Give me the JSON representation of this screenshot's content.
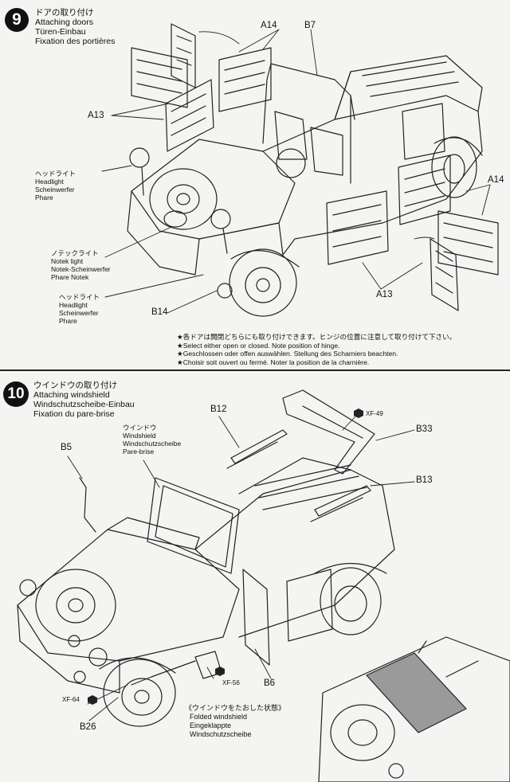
{
  "step9": {
    "number": "9",
    "title_jp": "ドアの取り付け",
    "title_en": "Attaching doors",
    "title_de": "Türen-Einbau",
    "title_fr": "Fixation des portières",
    "parts": {
      "a14_top": "A14",
      "b7": "B7",
      "a13_left": "A13",
      "a14_right": "A14",
      "a13_bottom": "A13",
      "b14": "B14"
    },
    "headlight_upper": [
      "ヘッドライト",
      "Headlight",
      "Scheinwerfer",
      "Phare"
    ],
    "notek": [
      "ノテックライト",
      "Notek light",
      "Notek-Scheinwerfer",
      "Phare Notek"
    ],
    "headlight_lower": [
      "ヘッドライト",
      "Headlight",
      "Scheinwerfer",
      "Phare"
    ],
    "notes": [
      "★各ドアは開閉どちらにも取り付けできます。ヒンジの位置に注意して取り付けて下さい。",
      "★Select either open or closed. Note position of hinge.",
      "★Geschlossen oder offen auswählen. Stellung des Scharniers beachten.",
      "★Choisir soit ouvert ou fermé. Noter la position de la charnière."
    ]
  },
  "step10": {
    "number": "10",
    "title_jp": "ウインドウの取り付け",
    "title_en": "Attaching windshield",
    "title_de": "Windschutzscheibe-Einbau",
    "title_fr": "Fixation du pare-brise",
    "windshield": [
      "ウインドウ",
      "Windshield",
      "Windschutzscheibe",
      "Pare-brise"
    ],
    "parts": {
      "b12": "B12",
      "b5": "B5",
      "b33": "B33",
      "b13": "B13",
      "b6": "B6",
      "b26": "B26"
    },
    "paints": {
      "xf49": "XF-49",
      "xf56": "XF-56",
      "xf64": "XF-64"
    },
    "folded": [
      "《ウインドウをたおした状態》",
      "Folded windshield",
      "Eingeklappte",
      "Windschutzscheibe"
    ]
  },
  "colors": {
    "ink": "#111111",
    "paper": "#f4f4f2"
  }
}
